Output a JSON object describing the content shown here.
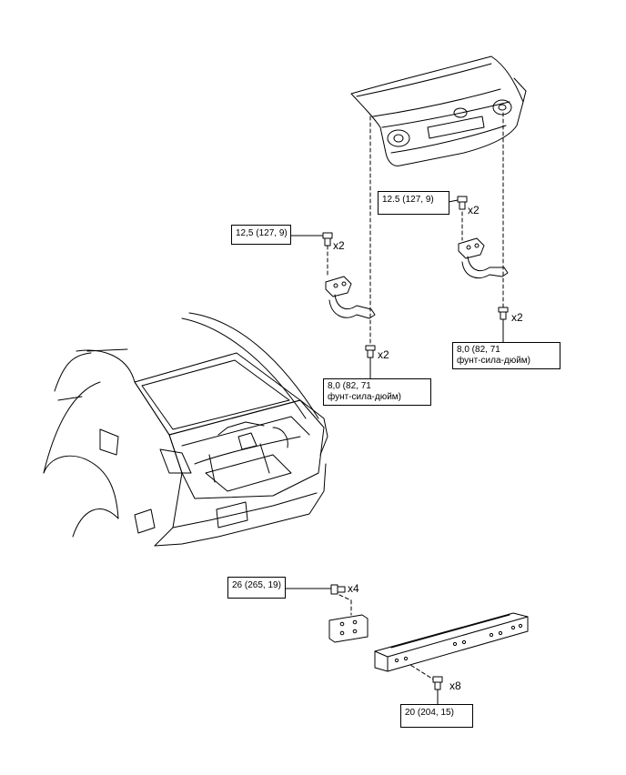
{
  "callouts": {
    "trunk_hinge_bolt_right": "12.5 (127, 9)",
    "trunk_hinge_bolt_left": "12,5 (127, 9)",
    "lid_bolt_right_line1": "8,0 (82, 71",
    "lid_bolt_right_line2": "фунт-сила-дюйм)",
    "lid_bolt_left_line1": "8,0 (82, 71",
    "lid_bolt_left_line2": "фунт-сила-дюйм)",
    "bracket_bolt": "26 (265, 19)",
    "reinforcement_bolt": "20 (204, 15)"
  },
  "quantities": {
    "x2_hinge_right": "x2",
    "x2_hinge_left": "x2",
    "x2_lid_right": "x2",
    "x2_lid_left": "x2",
    "x4_bracket": "x4",
    "x8_reinforcement": "x8"
  }
}
